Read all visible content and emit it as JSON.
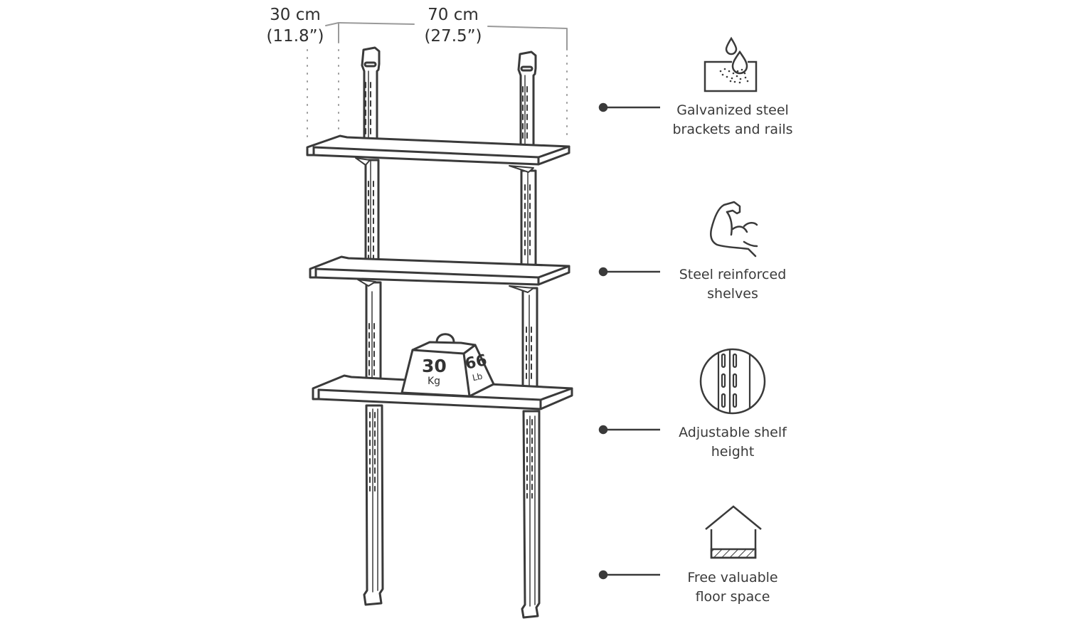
{
  "dimensions": {
    "depth": {
      "metric": "30 cm",
      "imperial": "(11.8”)"
    },
    "width": {
      "metric": "70 cm",
      "imperial": "(27.5”)"
    }
  },
  "weight": {
    "metric_value": "30",
    "metric_unit": "Kg",
    "imperial_value": "66",
    "imperial_unit": "Lb"
  },
  "features": [
    {
      "icon": "galvanized-drop-icon",
      "line1": "Galvanized steel",
      "line2": "brackets and rails"
    },
    {
      "icon": "flexed-arm-icon",
      "line1": "Steel reinforced",
      "line2": "shelves"
    },
    {
      "icon": "rail-slots-circle-icon",
      "line1": "Adjustable shelf",
      "line2": "height"
    },
    {
      "icon": "house-floor-icon",
      "line1": "Free valuable",
      "line2": "floor space"
    }
  ],
  "colors": {
    "stroke": "#3a3a3a",
    "dim_line": "#9a9a9a",
    "shelf_fill": "#ffffff"
  }
}
